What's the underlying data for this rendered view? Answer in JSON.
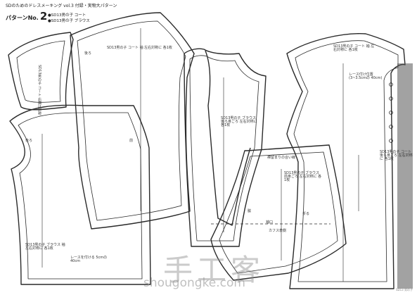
{
  "header": {
    "title": "SDのためのドレスメーキング vol.3 付録・実物大パターン",
    "pattern_label": "パターンNo.",
    "pattern_number": "2",
    "item1": "●SD13男の子 コート",
    "item2": "●SD13男の子 ブラウス"
  },
  "labels": {
    "collar_side": "SD13男の子 コート 右胸は対称",
    "coat_sleeve": "SD13男の子 コート 袖 左右対称に 各1枚",
    "shirt_back": "SD13男の子 ブラウス 後ろ身ごろ 左右対称に 各1枚",
    "back_mark": "後ろ",
    "front_mark": "前",
    "blouse_sleeve": "SD13男の子 ブラウス 袖 左右対称に 各1枚",
    "lace_note": "レースを付ける 5cmの 40cm",
    "coat_front_a": "SD13男の子 コート 袖 左右対称に 各1枚",
    "lace_attach": "レース付け位置 (3~3.5cmの 40cm)",
    "coat_back": "SD13男の子 コート 後ろ身ごろ 左右対称に 各1枚",
    "ruffle_mark": "襟留まりの合い線",
    "blouse_front": "SD13男の子 ブラウス 前身ごろ 左右対称に 各1枚",
    "hem_line": "袖口",
    "cuff_label": "カフス表側",
    "side_mark": "脇",
    "seam_mark": "折る"
  },
  "watermark": {
    "brand_cn": "手工客",
    "url": "shougongke.com"
  },
  "corner_note": "SD13 男の子"
}
